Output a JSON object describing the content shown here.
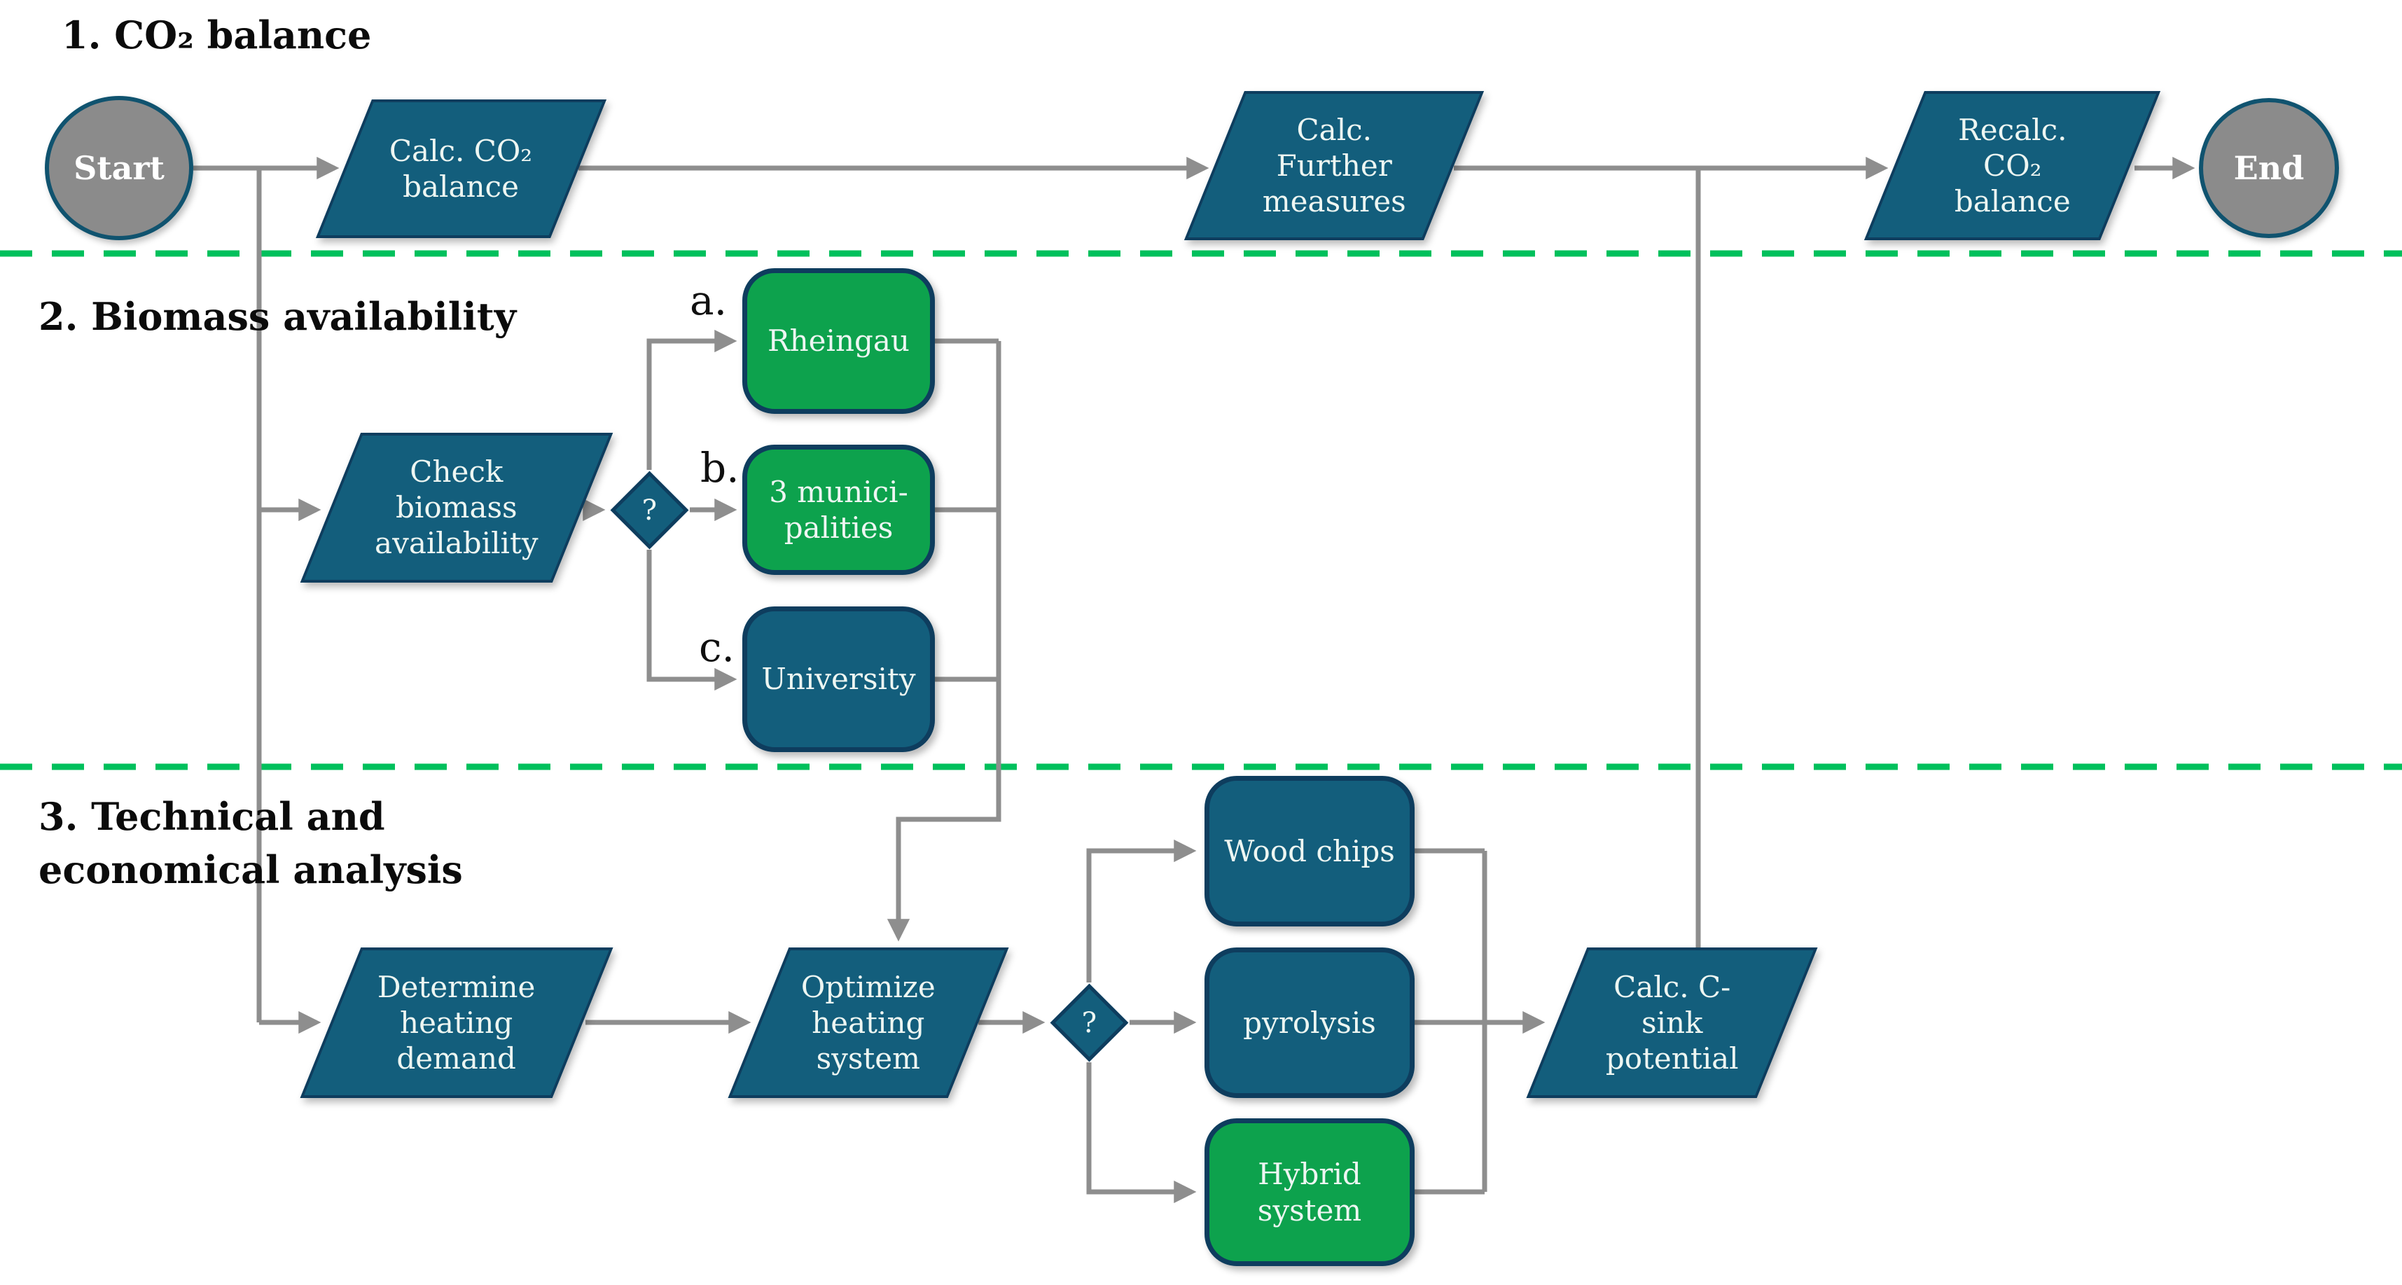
{
  "palette": {
    "node_blue": "#135E7C",
    "node_green": "#0DA24D",
    "border_navy": "#0E3D5E",
    "terminal_gray": "#8B8B8B",
    "terminal_border": "#10536F",
    "wire_gray": "#8E8E8E",
    "divider_green": "#00C05C",
    "node_text": "#EDF6F2",
    "title_text": "#0B0B0B"
  },
  "sections": [
    {
      "title_lines": [
        "1. CO₂ balance"
      ]
    },
    {
      "title_lines": [
        "2. Biomass availability"
      ]
    },
    {
      "title_lines": [
        "3. Technical and",
        "economical analysis"
      ]
    }
  ],
  "terminals": {
    "start": "Start",
    "end": "End"
  },
  "processes": {
    "calc_co2": {
      "lines": [
        "Calc. CO₂",
        "balance"
      ]
    },
    "further": {
      "lines": [
        "Calc.",
        "Further",
        "measures"
      ]
    },
    "recalc": {
      "lines": [
        "Recalc.",
        "CO₂",
        "balance"
      ]
    },
    "check_biomass": {
      "lines": [
        "Check",
        "biomass",
        "availability"
      ]
    },
    "determine": {
      "lines": [
        "Determine",
        "heating",
        "demand"
      ]
    },
    "optimize": {
      "lines": [
        "Optimize",
        "heating",
        "system"
      ]
    },
    "c_sink": {
      "lines": [
        "Calc. C-",
        "sink",
        "potential"
      ]
    }
  },
  "decisions": {
    "biomass": "?",
    "system": "?"
  },
  "branch_labels": {
    "a": "a.",
    "b": "b.",
    "c": "c."
  },
  "options": {
    "rheingau": {
      "lines": [
        "Rheingau"
      ]
    },
    "municipalities": {
      "lines": [
        "3 munici-",
        "palities"
      ]
    },
    "university": {
      "lines": [
        "University"
      ]
    },
    "wood_chips": {
      "lines": [
        "Wood chips"
      ]
    },
    "pyrolysis": {
      "lines": [
        "pyrolysis"
      ]
    },
    "hybrid": {
      "lines": [
        "Hybrid",
        "system"
      ]
    }
  }
}
